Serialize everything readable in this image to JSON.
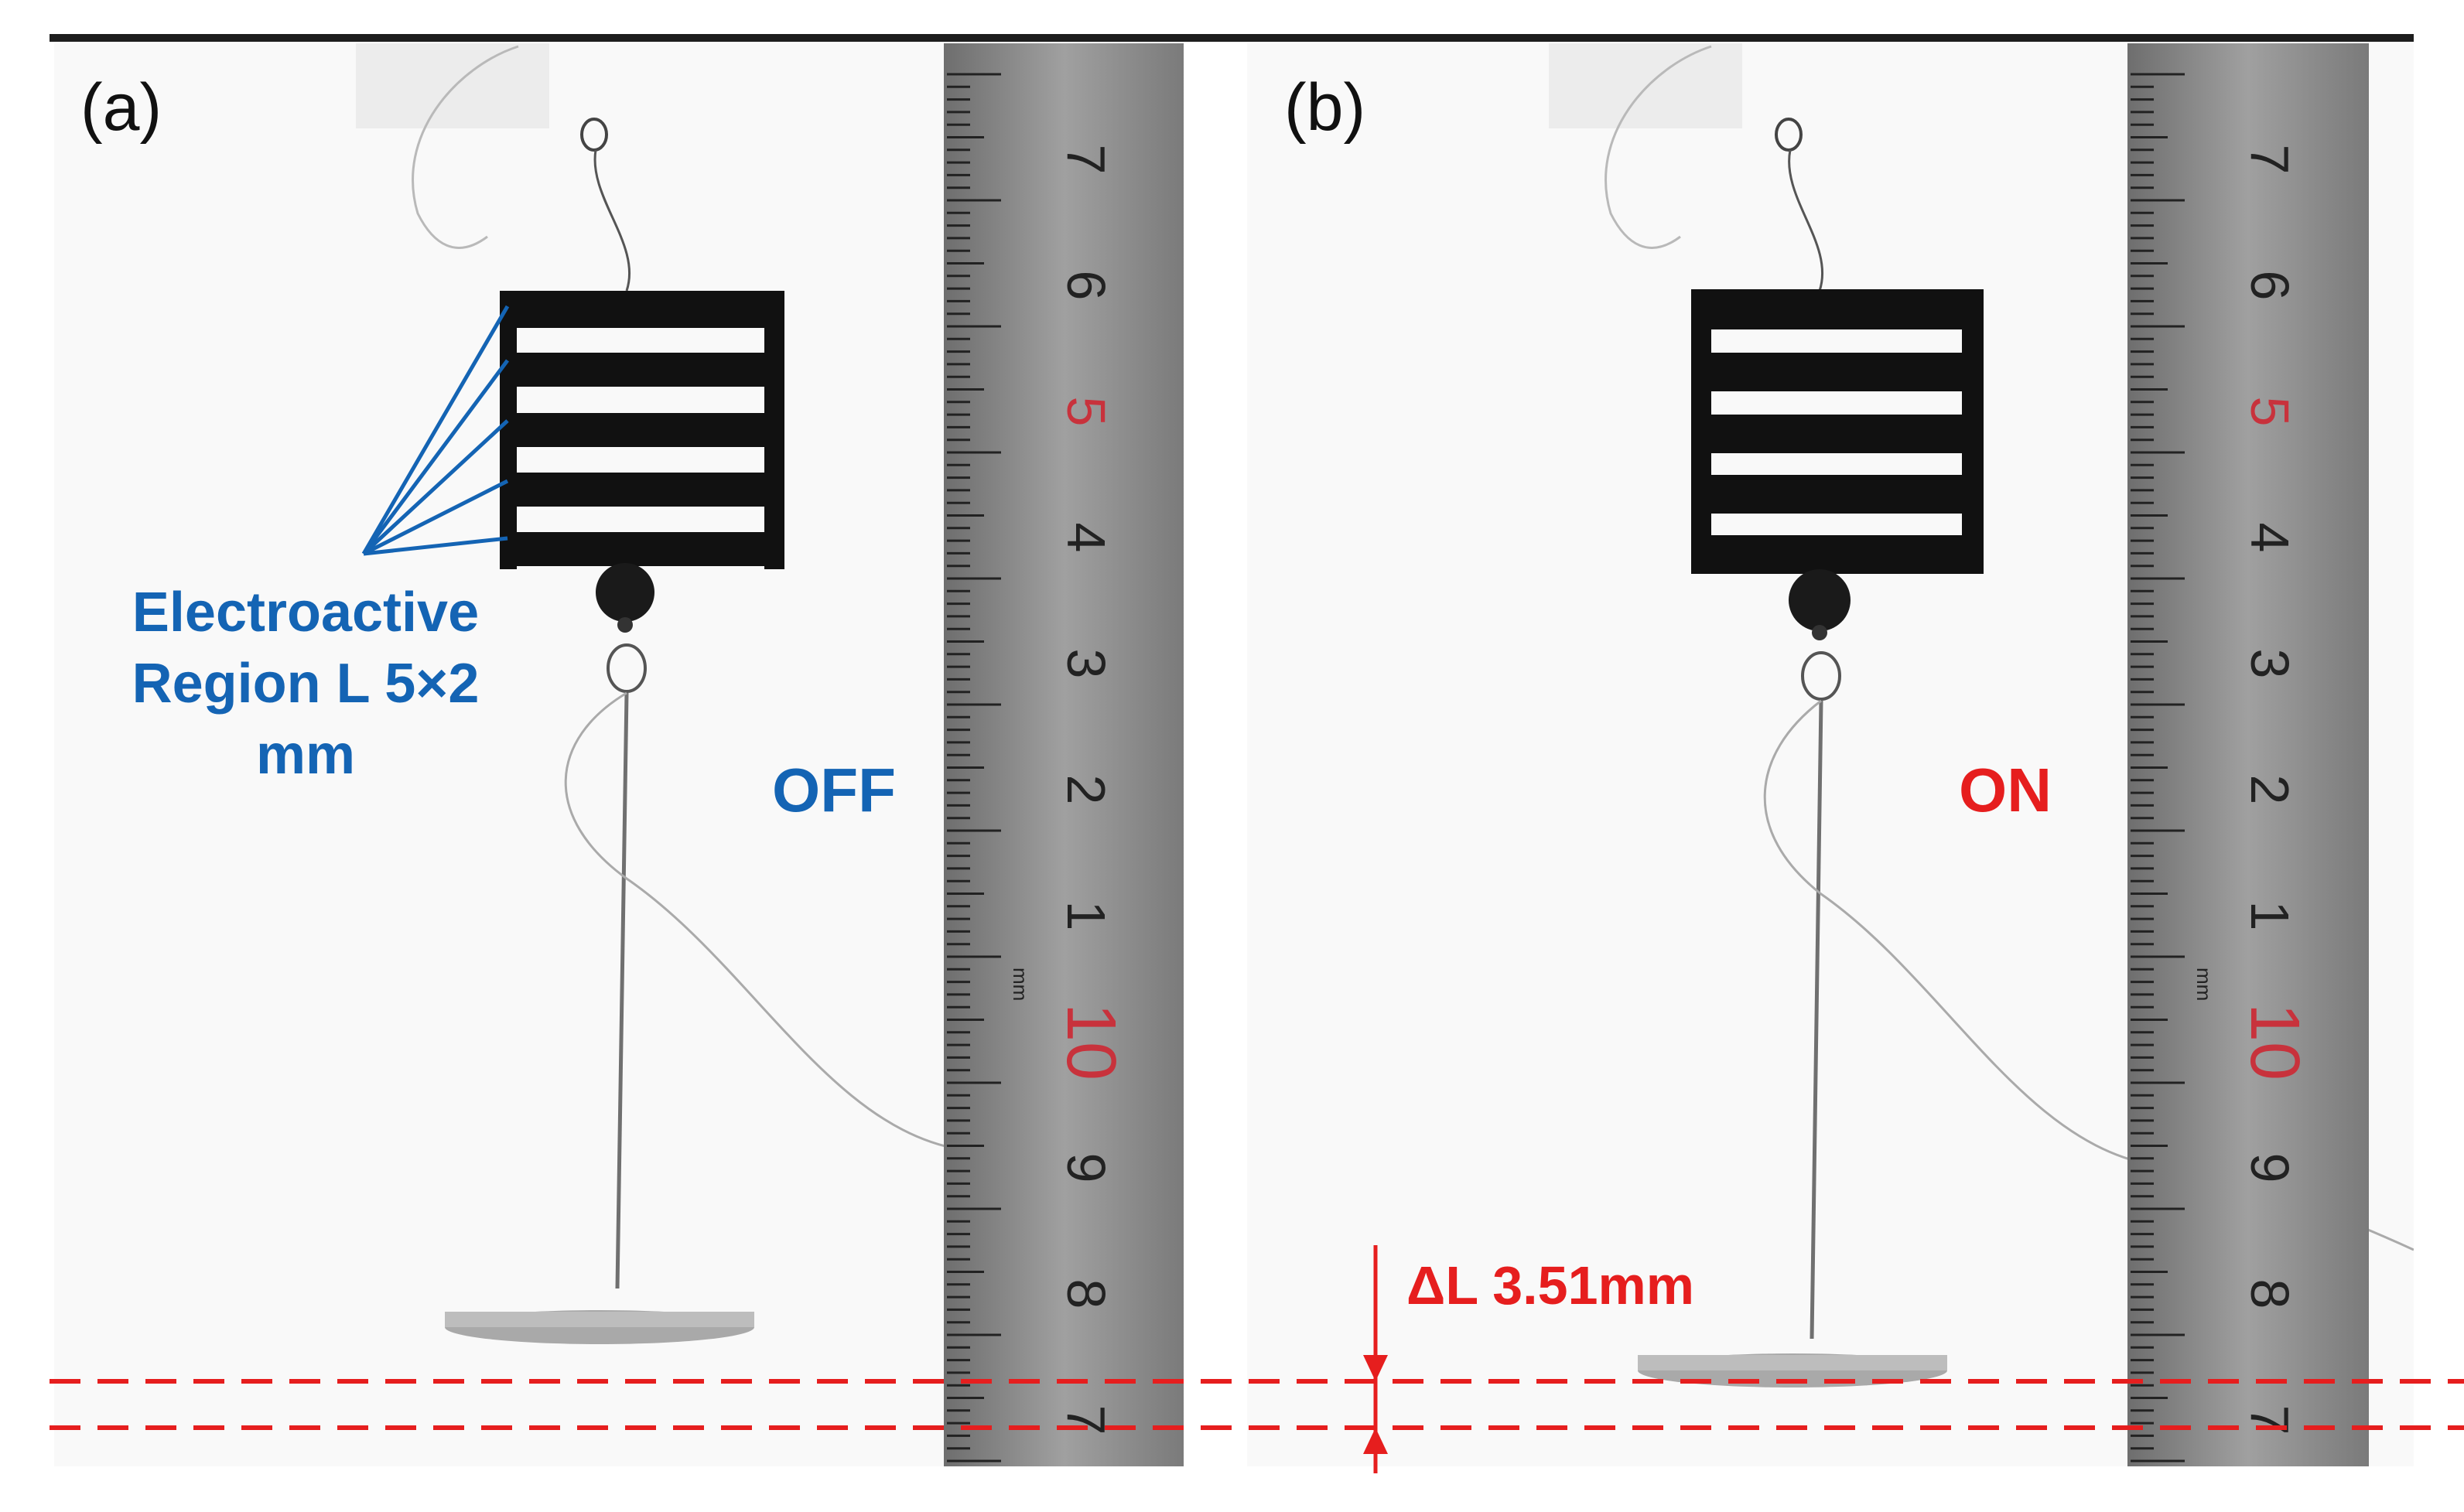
{
  "panels": [
    {
      "label": "(a)",
      "state": "OFF",
      "annotation": {
        "lines": [
          "Electroactive",
          "Region L 5×2",
          "mm"
        ]
      },
      "ruler_numbers": [
        "7",
        "6",
        "5",
        "4",
        "3",
        "2",
        "1",
        "10",
        "9",
        "8",
        "7"
      ],
      "ruler_unit": "mm"
    },
    {
      "label": "(b)",
      "state": "ON",
      "ruler_numbers": [
        "7",
        "6",
        "5",
        "4",
        "3",
        "2",
        "1",
        "10",
        "9",
        "8",
        "7"
      ],
      "ruler_unit": "mm"
    }
  ],
  "measurement": {
    "label": "ΔL 3.51mm",
    "value_mm": 3.51
  },
  "colors": {
    "off_label": "#1464b4",
    "on_label": "#e61e1e",
    "guide_lines": "#e61e1e",
    "ruler_red_digits": "#c8323c",
    "actuator": "#111111"
  }
}
